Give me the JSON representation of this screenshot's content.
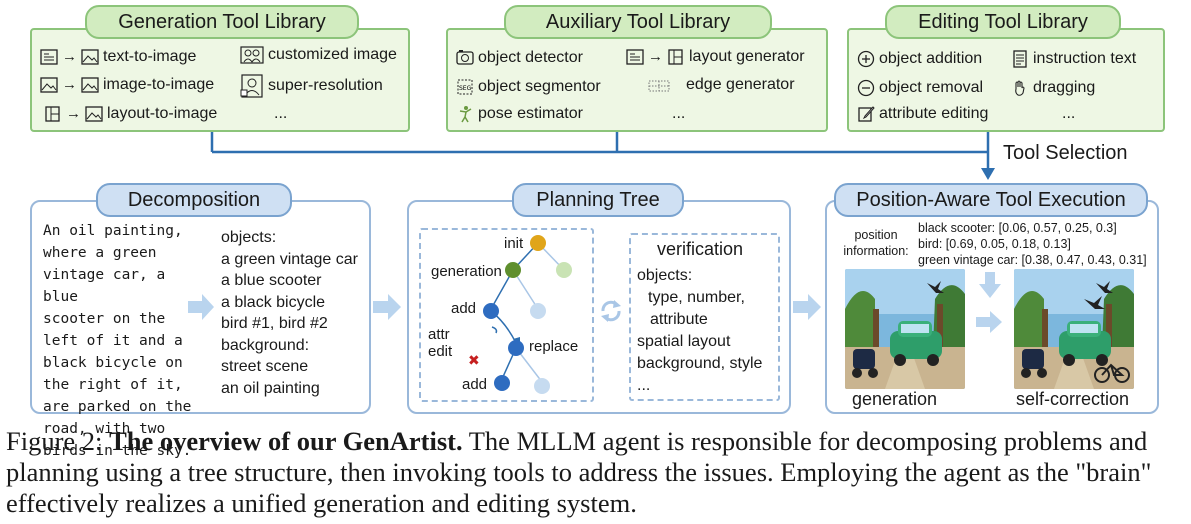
{
  "libraries": {
    "generation": {
      "title": "Generation Tool Library",
      "tools": [
        {
          "label": "text-to-image",
          "icon": "text-to-image-icon"
        },
        {
          "label": "image-to-image",
          "icon": "image-to-image-icon"
        },
        {
          "label": "layout-to-image",
          "icon": "layout-to-image-icon"
        },
        {
          "label": "customized image",
          "icon": "customized-image-icon"
        },
        {
          "label": "super-resolution",
          "icon": "super-resolution-icon"
        }
      ],
      "ellipsis": "..."
    },
    "auxiliary": {
      "title": "Auxiliary Tool Library",
      "tools": [
        {
          "label": "object detector",
          "icon": "object-detector-icon"
        },
        {
          "label": "object segmentor",
          "icon": "object-segmentor-icon"
        },
        {
          "label": "pose estimator",
          "icon": "pose-estimator-icon"
        },
        {
          "label": "layout generator",
          "icon": "layout-generator-icon"
        },
        {
          "label": "edge generator",
          "icon": "edge-generator-icon"
        }
      ],
      "ellipsis": "..."
    },
    "editing": {
      "title": "Editing Tool Library",
      "tools": [
        {
          "label": "object addition",
          "icon": "plus-circle-icon"
        },
        {
          "label": "object removal",
          "icon": "minus-circle-icon"
        },
        {
          "label": "attribute editing",
          "icon": "pencil-icon"
        },
        {
          "label": "instruction text",
          "icon": "instruction-text-icon"
        },
        {
          "label": "dragging",
          "icon": "hand-icon"
        }
      ],
      "ellipsis": "..."
    }
  },
  "tool_selection": "Tool Selection",
  "decomposition": {
    "title": "Decomposition",
    "prompt_lines": [
      "An oil painting,",
      "where a green",
      "vintage car, a blue",
      "scooter on the",
      "left of it and a",
      "black bicycle on",
      "the right of it,",
      "are parked on the",
      "road, with two",
      "birds in the sky."
    ],
    "result_lines": [
      "objects:",
      "a green vintage car",
      "a blue scooter",
      "a black bicycle",
      "bird #1, bird #2",
      "background:",
      "street scene",
      "an oil painting"
    ]
  },
  "planning": {
    "title": "Planning Tree",
    "nodes": {
      "init": "init",
      "generation": "generation",
      "add": "add",
      "attr_edit": "attr\nedit",
      "replace": "replace",
      "add2": "add"
    },
    "verification": {
      "title": "verification",
      "lines": [
        "objects:",
        "type, number,",
        "attribute",
        "spatial layout",
        "background, style",
        "..."
      ]
    }
  },
  "execution": {
    "title": "Position-Aware Tool Execution",
    "position_label": [
      "position",
      "information:"
    ],
    "positions": [
      "black scooter: [0.06, 0.57, 0.25, 0.3]",
      "bird: [0.69, 0.05, 0.18, 0.13]",
      "green vintage car: [0.38, 0.47, 0.43, 0.31]"
    ],
    "generation_label": "generation",
    "self_correction_label": "self-correction"
  },
  "caption": {
    "prefix": "Figure 2:",
    "bold": "The overview of our GenArtist.",
    "rest": "The MLLM agent is responsible for decomposing problems and planning using a tree structure, then invoking tools to address the issues. Employing the agent as the \"brain\" effectively realizes a unified generation and editing system."
  },
  "colors": {
    "library_fill": "#eef7e4",
    "library_border": "#8cc47a",
    "panel_border": "#9ab8da",
    "node_orange": "#e0a51a",
    "node_green": "#5f8f2e",
    "node_blue": "#2e6cc0",
    "connector": "#2e6fb0"
  }
}
